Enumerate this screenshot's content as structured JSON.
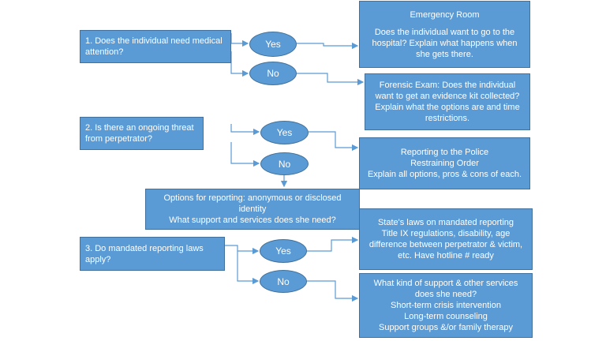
{
  "q1": {
    "text": "1.  Does the individual need medical attention?",
    "yes": "Yes",
    "no": "No",
    "er_title": "Emergency Room",
    "er_body": "Does the individual want to go to the hospital? Explain what happens when she gets there.",
    "forensic": "Forensic Exam: Does the individual want to get an evidence kit collected? Explain what the options are and time restrictions."
  },
  "q2": {
    "text": "2.  Is there an ongoing threat from perpetrator?",
    "yes": "Yes",
    "no": "No",
    "police": [
      "Reporting to the Police",
      "Restraining Order",
      "Explain all options, pros & cons of each."
    ],
    "options": [
      "Options for reporting: anonymous or disclosed identity",
      "What support and services does she need?"
    ]
  },
  "q3": {
    "text": "3. Do mandated reporting laws apply?",
    "yes": "Yes",
    "no": "No",
    "laws": [
      "State's laws on mandated reporting",
      "Title IX regulations, disability, age difference between perpetrator & victim, etc. Have hotline # ready"
    ],
    "support": [
      "What kind of support & other services does she need?",
      "Short-term crisis intervention",
      "Long-term counseling",
      "Support groups &/or family therapy"
    ]
  }
}
